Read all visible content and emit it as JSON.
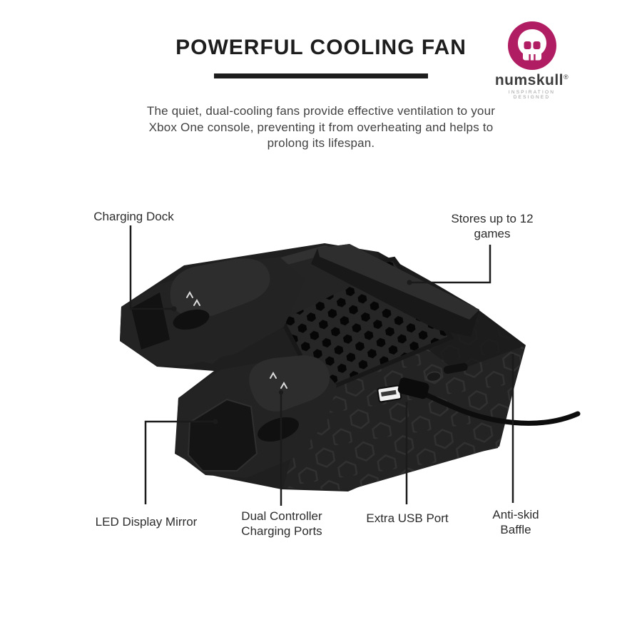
{
  "header": {
    "title": "POWERFUL COOLING FAN"
  },
  "logo": {
    "brand": "numskull",
    "registered": "®",
    "tagline": "INSPIRATION DESIGNED",
    "circle_color": "#b11d62"
  },
  "description": {
    "lines": [
      "The quiet, dual-cooling fans provide effective ventilation to your",
      "Xbox One console, preventing it from overheating and helps to",
      "prolong its lifespan."
    ]
  },
  "callouts": [
    {
      "id": "charging-dock",
      "label": "Charging Dock"
    },
    {
      "id": "stores-games",
      "label": "Stores up to 12 games"
    },
    {
      "id": "led-display-mirror",
      "label": "LED Display Mirror"
    },
    {
      "id": "dual-controller-ports",
      "label": "Dual Controller Charging Ports"
    },
    {
      "id": "extra-usb-port",
      "label": "Extra USB Port"
    },
    {
      "id": "anti-skid-baffle",
      "label": "Anti-skid Baffle"
    }
  ],
  "product": {
    "name": "Xbox One vertical cooling stand with dual controller charging dock",
    "body_color": "#1f1f1f",
    "accent_color": "#2d2d2d"
  }
}
